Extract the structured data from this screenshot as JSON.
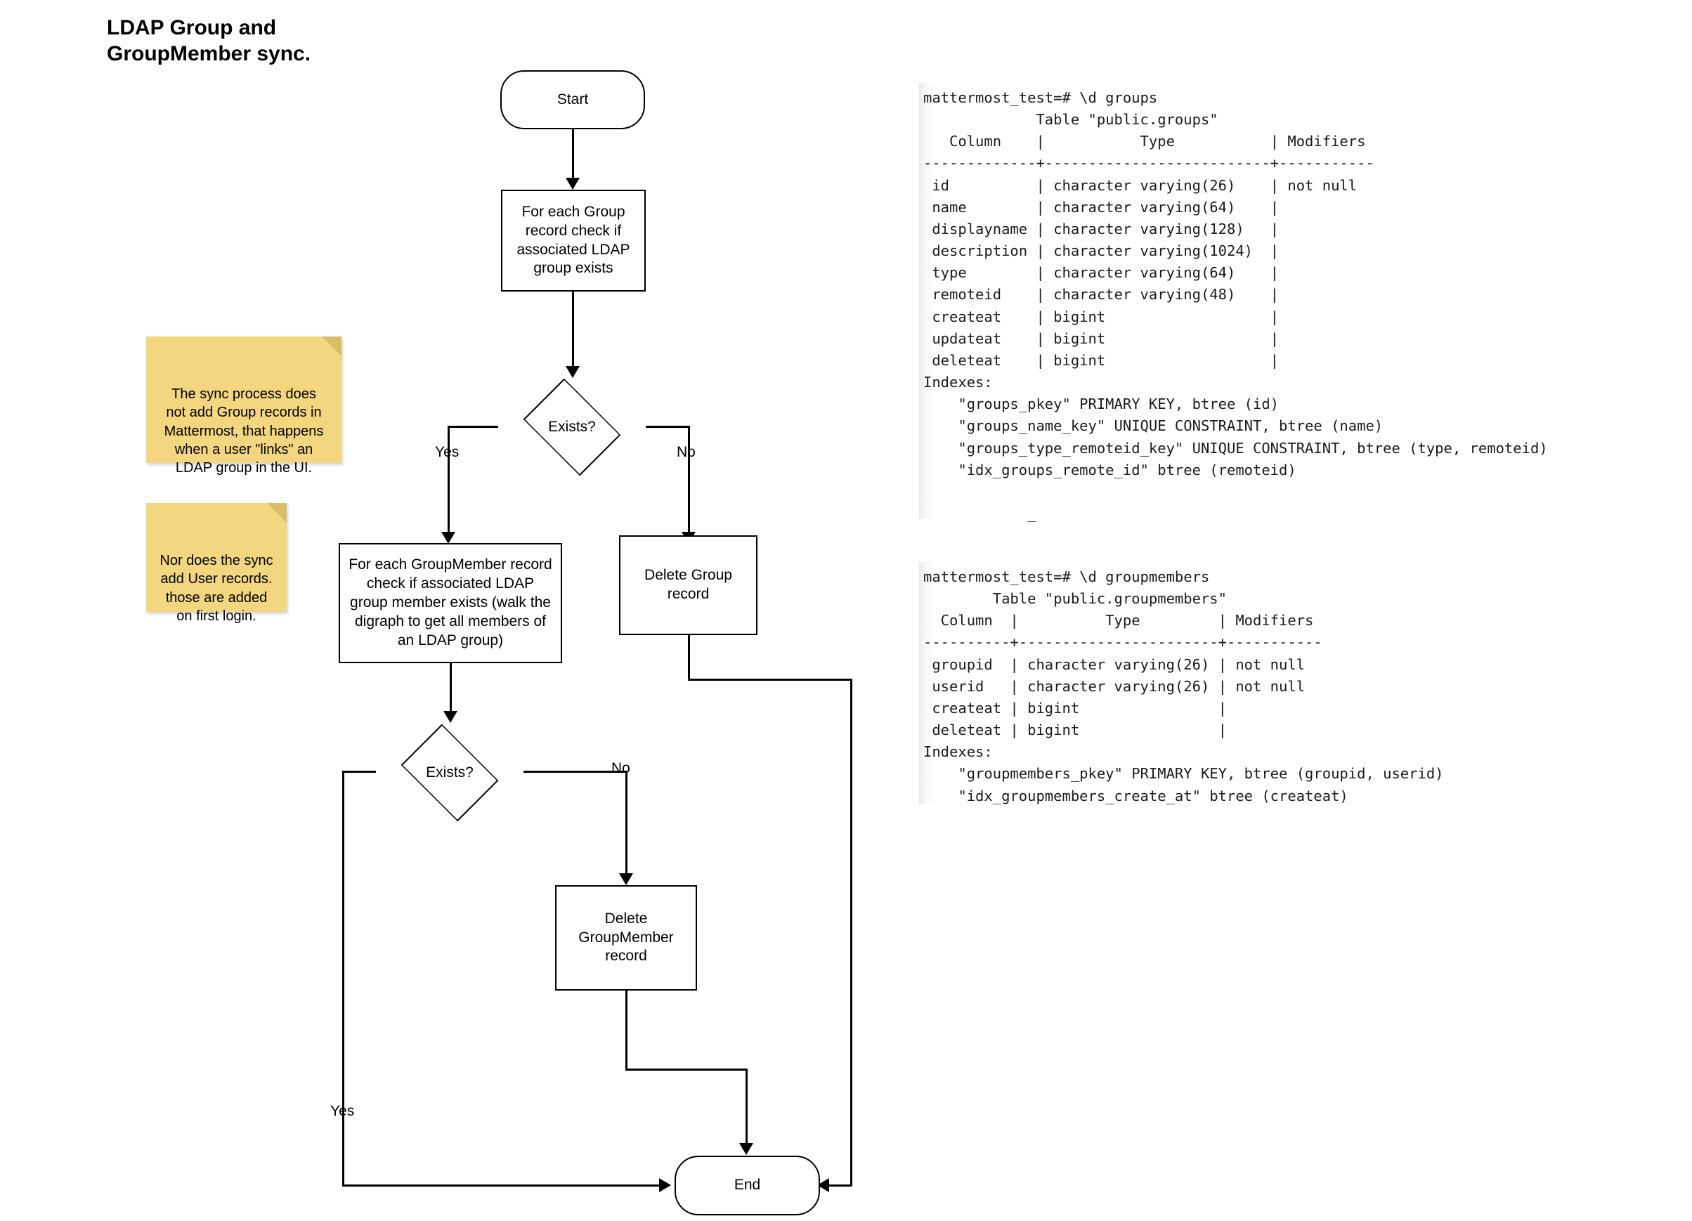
{
  "diagram": {
    "title": "LDAP Group and\nGroupMember sync.",
    "nodes": {
      "start": "Start",
      "check_group": "For each Group\nrecord check if\nassociated LDAP\ngroup exists",
      "decision_1": "Exists?",
      "check_groupmember": "For each GroupMember record\ncheck if associated LDAP\ngroup member exists (walk the\ndigraph to get all members of\nan LDAP group)",
      "delete_group": "Delete Group\nrecord",
      "decision_2": "Exists?",
      "delete_groupmember": "Delete\nGroupMember\nrecord",
      "end": "End"
    },
    "edge_labels": {
      "d1_yes": "Yes",
      "d1_no": "No",
      "d2_no": "No",
      "d2_yes": "Yes"
    },
    "notes": [
      "The sync process does\nnot add Group records in\nMattermost, that happens\nwhen a user \"links\" an\nLDAP group in the UI.",
      "Nor does the sync\nadd User records.\nthose are added\non first login."
    ],
    "colors": {
      "note_fill": "#f2d680",
      "note_fold": "#d8bd6a",
      "stroke": "#000000",
      "node_fill": "#ffffff"
    }
  },
  "terminals": [
    {
      "name": "groups-table",
      "text": "mattermost_test=# \\d groups\n             Table \"public.groups\"\n   Column    |           Type           | Modifiers\n-------------+--------------------------+-----------\n id          | character varying(26)    | not null\n name        | character varying(64)    |\n displayname | character varying(128)   |\n description | character varying(1024)  |\n type        | character varying(64)    |\n remoteid    | character varying(48)    |\n createat    | bigint                   |\n updateat    | bigint                   |\n deleteat    | bigint                   |\nIndexes:\n    \"groups_pkey\" PRIMARY KEY, btree (id)\n    \"groups_name_key\" UNIQUE CONSTRAINT, btree (name)\n    \"groups_type_remoteid_key\" UNIQUE CONSTRAINT, btree (type, remoteid)\n    \"idx_groups_remote_id\" btree (remoteid)\n\n            _"
    },
    {
      "name": "groupmembers-table",
      "text": "mattermost_test=# \\d groupmembers\n        Table \"public.groupmembers\"\n  Column  |          Type         | Modifiers\n----------+-----------------------+-----------\n groupid  | character varying(26) | not null\n userid   | character varying(26) | not null\n createat | bigint                |\n deleteat | bigint                |\nIndexes:\n    \"groupmembers_pkey\" PRIMARY KEY, btree (groupid, userid)\n    \"idx_groupmembers_create_at\" btree (createat)"
    }
  ]
}
